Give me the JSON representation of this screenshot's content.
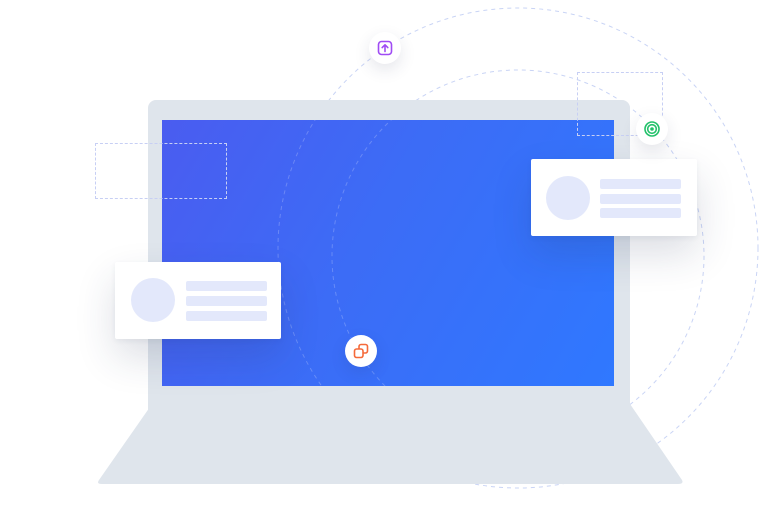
{
  "colors": {
    "screen_start": "#4a5cf0",
    "screen_end": "#2f78ff",
    "laptop_body": "#dfe5ec",
    "card_bg": "#ffffff",
    "card_placeholder": "#e3e8fb",
    "orbit_line": "#c9d4f5",
    "upload_icon": "#a04cf4",
    "target_icon": "#22c16a",
    "copy_icon": "#f56a3a"
  },
  "icons": {
    "upload": "upload-icon",
    "target": "target-icon",
    "copy": "copy-icon"
  },
  "cards": [
    {
      "position": "left",
      "avatar": "avatar-placeholder",
      "lines": 3
    },
    {
      "position": "right",
      "avatar": "avatar-placeholder",
      "lines": 3
    }
  ]
}
